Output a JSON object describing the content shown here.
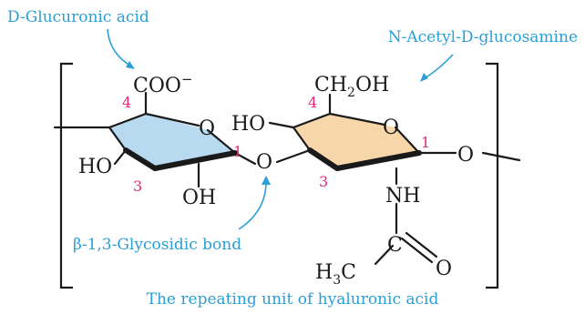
{
  "labels": {
    "glucuronic_name": "D-Glucuronic acid",
    "glucosamine_name": "N-Acetyl-D-glucosamine",
    "bond_name": "β-1,3-Glycosidic bond",
    "caption": "The repeating unit of hyaluronic acid"
  },
  "atoms": {
    "coo": "COO",
    "coo_charge": "−",
    "ring_o_left": "O",
    "ring_o_right": "O",
    "ho_left": "HO",
    "oh_left": "OH",
    "bridge_o": "O",
    "ho_right": "HO",
    "ch2oh_ch": "CH",
    "ch2oh_sub": "2",
    "ch2oh_oh": "OH",
    "right_o": "O",
    "nh": "NH",
    "carbonyl_c": "C",
    "carbonyl_o": "O",
    "methyl_h": "H",
    "methyl_sub": "3",
    "methyl_c": "C"
  },
  "positions": {
    "left_c4": "4",
    "left_c1": "1",
    "left_c3": "3",
    "right_c4": "4",
    "right_c1": "1",
    "right_c3": "3"
  },
  "colors": {
    "glucuronic_ring": "#b7daf0",
    "glucosamine_ring": "#f7d7aa",
    "label_blue": "#2a9fd6",
    "position_magenta": "#e0287a"
  }
}
